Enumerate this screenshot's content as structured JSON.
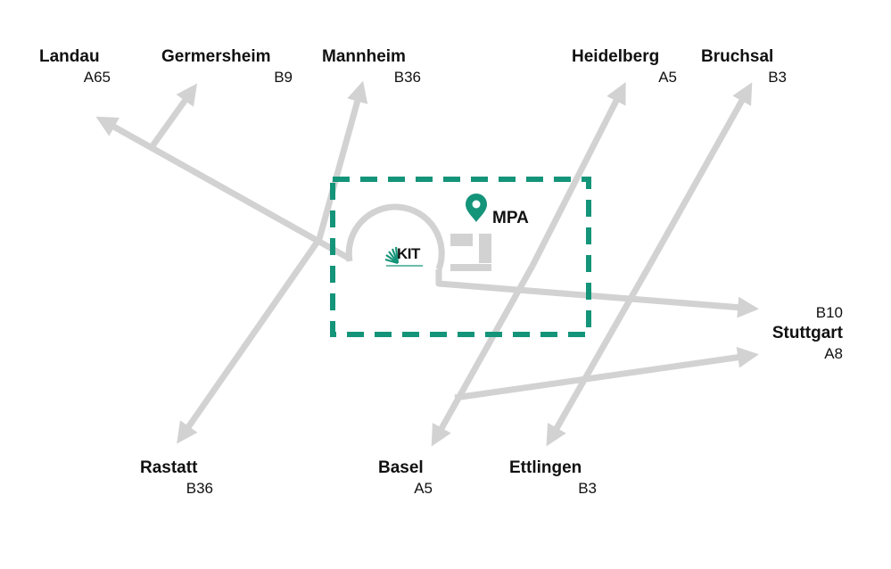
{
  "colors": {
    "road": "#d2d2d2",
    "frame": "#149479",
    "pin": "#149479",
    "text": "#111111",
    "kit_green": "#149479"
  },
  "locations": [
    {
      "id": "landau",
      "city": "Landau",
      "road": "A65"
    },
    {
      "id": "germersheim",
      "city": "Germersheim",
      "road": "B9"
    },
    {
      "id": "mannheim",
      "city": "Mannheim",
      "road": "B36"
    },
    {
      "id": "heidelberg",
      "city": "Heidelberg",
      "road": "A5"
    },
    {
      "id": "bruchsal",
      "city": "Bruchsal",
      "road": "B3"
    },
    {
      "id": "stuttgart",
      "city": "Stuttgart",
      "road_b": "B10",
      "road_a": "A8"
    },
    {
      "id": "rastatt",
      "city": "Rastatt",
      "road": "B36"
    },
    {
      "id": "basel",
      "city": "Basel",
      "road": "A5"
    },
    {
      "id": "ettlingen",
      "city": "Ettlingen",
      "road": "B3"
    }
  ],
  "campus": {
    "logo_text": "KIT",
    "marker_label": "MPA",
    "marker_icon": "location-pin-icon"
  }
}
